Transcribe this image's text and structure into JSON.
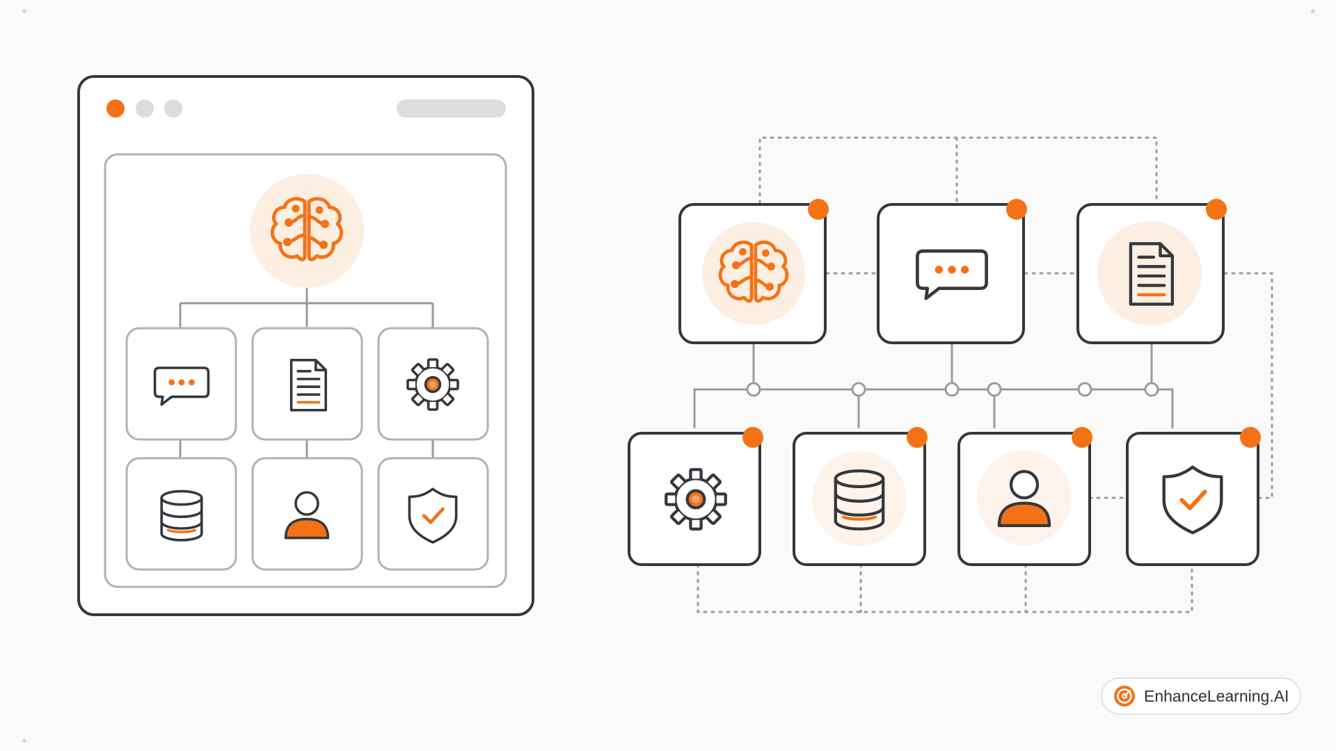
{
  "colors": {
    "accent": "#f47216",
    "accent_soft": "#fdeee2",
    "stroke_dark": "#33383d",
    "stroke_gray": "#b1b1b1",
    "connector_gray": "#9a9a9a",
    "dots_gray": "#dcdcdc"
  },
  "app_window": {
    "window_controls": [
      "close-dot",
      "minimize-dot",
      "maximize-dot"
    ],
    "root_icon": "brain-icon",
    "module_icons": [
      "chat-bubble-icon",
      "document-icon",
      "gear-icon",
      "database-icon",
      "user-icon",
      "shield-check-icon"
    ]
  },
  "network": {
    "top_nodes": [
      "brain-icon",
      "chat-bubble-icon",
      "document-icon"
    ],
    "bottom_nodes": [
      "gear-icon",
      "database-icon",
      "user-icon",
      "shield-check-icon"
    ]
  },
  "brand": {
    "name": "EnhanceLearning.AI",
    "logo_icon": "target-logo-icon"
  }
}
